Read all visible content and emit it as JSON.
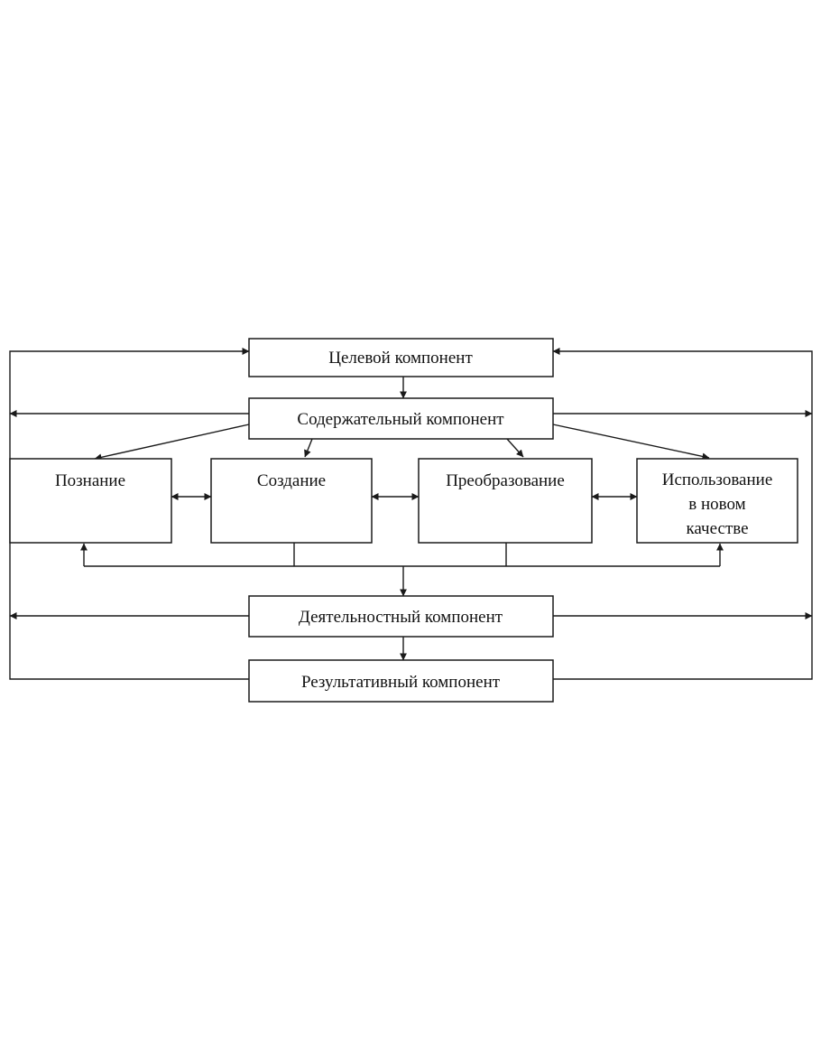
{
  "nodes": {
    "target": "Целевой компонент",
    "content": "Содержательный компонент",
    "cognition": "Познание",
    "creation": "Создание",
    "transformation": "Преобразование",
    "usage_line1": "Использование",
    "usage_line2": "в новом",
    "usage_line3": "качестве",
    "activity": "Деятельностный компонент",
    "result": "Результативный компонент"
  }
}
